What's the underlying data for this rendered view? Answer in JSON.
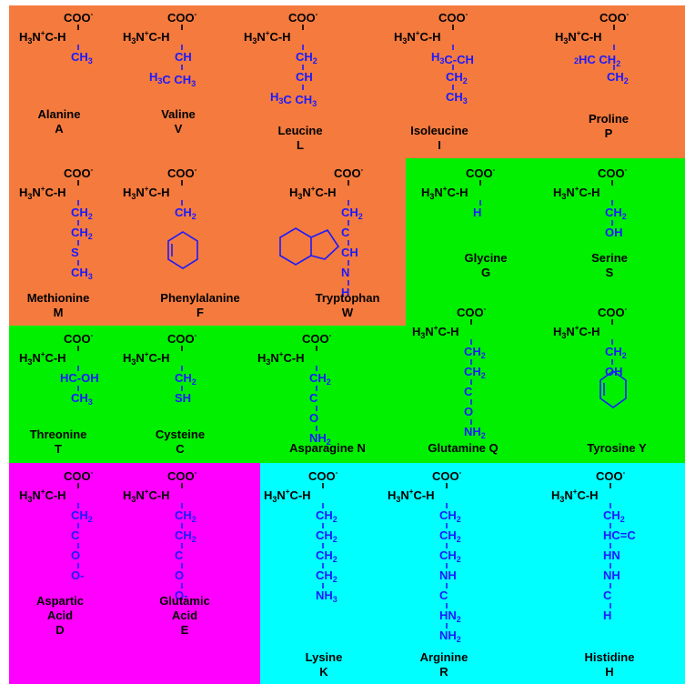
{
  "colors": {
    "hydrophobic": "#f47a3e",
    "polar": "#00f000",
    "acidic": "#ff00ff",
    "basic": "#00ffff",
    "text": "#000000",
    "sidechain": "#1a1aff"
  },
  "common": {
    "carboxylate": "COO",
    "charge": "-",
    "amino_h": "H",
    "amino_n": "N",
    "amino_sub": "3",
    "plus": "+",
    "alpha": "C-H"
  },
  "amino_acids": [
    {
      "id": "ala",
      "name": "Alanine",
      "code": "A",
      "group": "hydrophobic",
      "side": [
        [
          "CH",
          "3"
        ]
      ]
    },
    {
      "id": "val",
      "name": "Valine",
      "code": "V",
      "group": "hydrophobic",
      "side": [
        [
          "CH",
          ""
        ],
        [
          "H3C   CH3",
          ""
        ]
      ]
    },
    {
      "id": "leu",
      "name": "Leucine",
      "code": "L",
      "group": "hydrophobic",
      "side": [
        [
          "CH",
          "2"
        ],
        [
          "CH",
          ""
        ],
        [
          "H3C   CH3",
          ""
        ]
      ]
    },
    {
      "id": "ile",
      "name": "Isoleucine",
      "code": "I",
      "group": "hydrophobic",
      "side": [
        [
          "H3C-CH",
          ""
        ],
        [
          "CH",
          "2"
        ],
        [
          "CH",
          "3"
        ]
      ]
    },
    {
      "id": "pro",
      "name": "Proline",
      "code": "P",
      "group": "hydrophobic",
      "side": [
        [
          "2HC     CH2",
          ""
        ],
        [
          "CH",
          "2"
        ]
      ]
    },
    {
      "id": "met",
      "name": "Methionine",
      "code": "M",
      "group": "hydrophobic",
      "side": [
        [
          "CH",
          "2"
        ],
        [
          "CH",
          "2"
        ],
        [
          "S",
          ""
        ],
        [
          "CH",
          "3"
        ]
      ]
    },
    {
      "id": "phe",
      "name": "Phenylalanine",
      "code": "F",
      "group": "hydrophobic",
      "side": [
        [
          "CH",
          "2"
        ]
      ]
    },
    {
      "id": "trp",
      "name": "Tryptophan",
      "code": "W",
      "group": "hydrophobic",
      "side": [
        [
          "CH",
          "2"
        ],
        [
          "C",
          ""
        ],
        [
          "CH",
          ""
        ],
        [
          "N",
          ""
        ],
        [
          "H",
          ""
        ]
      ]
    },
    {
      "id": "gly",
      "name": "Glycine",
      "code": "G",
      "group": "polar",
      "side": [
        [
          "H",
          ""
        ]
      ]
    },
    {
      "id": "ser",
      "name": "Serine",
      "code": "S",
      "group": "polar",
      "side": [
        [
          "CH",
          "2"
        ],
        [
          "OH",
          ""
        ]
      ]
    },
    {
      "id": "thr",
      "name": "Threonine",
      "code": "T",
      "group": "polar",
      "side": [
        [
          "HC-OH",
          ""
        ],
        [
          "CH",
          "3"
        ]
      ]
    },
    {
      "id": "cys",
      "name": "Cysteine",
      "code": "C",
      "group": "polar",
      "side": [
        [
          "CH",
          "2"
        ],
        [
          "SH",
          ""
        ]
      ]
    },
    {
      "id": "asn",
      "name": "Asparagine",
      "code": "N",
      "group": "polar",
      "side": [
        [
          "CH",
          "2"
        ],
        [
          "C",
          ""
        ],
        [
          "O",
          ""
        ],
        [
          "NH",
          "2"
        ]
      ]
    },
    {
      "id": "gln",
      "name": "Glutamine",
      "code": "Q",
      "group": "polar",
      "side": [
        [
          "CH",
          "2"
        ],
        [
          "CH",
          "2"
        ],
        [
          "C",
          ""
        ],
        [
          "O",
          ""
        ],
        [
          "NH",
          "2"
        ]
      ]
    },
    {
      "id": "tyr",
      "name": "Tyrosine",
      "code": "Y",
      "group": "polar",
      "side": [
        [
          "CH",
          "2"
        ],
        [
          "OH",
          ""
        ]
      ]
    },
    {
      "id": "asp",
      "name": "Aspartic Acid",
      "code": "D",
      "group": "acidic",
      "side": [
        [
          "CH",
          "2"
        ],
        [
          "C",
          ""
        ],
        [
          "O",
          ""
        ],
        [
          "O-",
          ""
        ]
      ]
    },
    {
      "id": "glu",
      "name": "Glutamic Acid",
      "code": "E",
      "group": "acidic",
      "side": [
        [
          "CH",
          "2"
        ],
        [
          "CH",
          "2"
        ],
        [
          "C",
          ""
        ],
        [
          "O",
          ""
        ],
        [
          "O-",
          ""
        ]
      ]
    },
    {
      "id": "lys",
      "name": "Lysine",
      "code": "K",
      "group": "basic",
      "side": [
        [
          "CH",
          "2"
        ],
        [
          "CH",
          "2"
        ],
        [
          "CH",
          "2"
        ],
        [
          "CH",
          "2"
        ],
        [
          "NH",
          "3"
        ]
      ]
    },
    {
      "id": "arg",
      "name": "Arginine",
      "code": "R",
      "group": "basic",
      "side": [
        [
          "CH",
          "2"
        ],
        [
          "CH",
          "2"
        ],
        [
          "CH",
          "2"
        ],
        [
          "NH",
          ""
        ],
        [
          "C",
          ""
        ],
        [
          "HN",
          "2"
        ],
        [
          "NH",
          "2"
        ]
      ]
    },
    {
      "id": "his",
      "name": "Histidine",
      "code": "H",
      "group": "basic",
      "side": [
        [
          "CH",
          "2"
        ],
        [
          "HC=C",
          ""
        ],
        [
          "HN",
          ""
        ],
        [
          "NH",
          ""
        ],
        [
          "C",
          ""
        ],
        [
          "H",
          ""
        ]
      ]
    }
  ]
}
